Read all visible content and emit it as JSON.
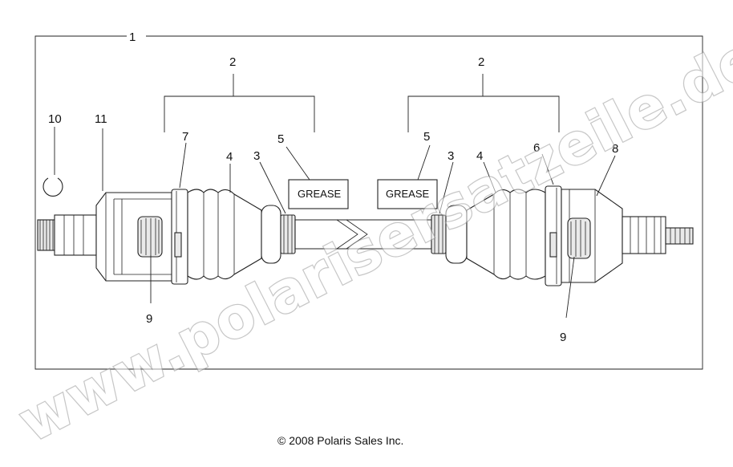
{
  "diagram": {
    "part_labels": {
      "assembly": "1",
      "boot_kit_left": "2",
      "boot_kit_right": "2",
      "clamp_left": "3",
      "clamp_right": "3",
      "boot_left": "4",
      "boot_right": "4",
      "grease_label_left": "5",
      "grease_label_right": "5",
      "clamp_outer_right": "6",
      "clamp_outer_left": "7",
      "outer_cv_joint": "8",
      "cage_left": "9",
      "cage_right": "9",
      "circlip": "10",
      "inner_cv_joint": "11"
    },
    "grease_left": "GREASE",
    "grease_right": "GREASE",
    "copyright": "© 2008 Polaris Sales Inc.",
    "watermark": "www.polarisersatzeile.de"
  }
}
